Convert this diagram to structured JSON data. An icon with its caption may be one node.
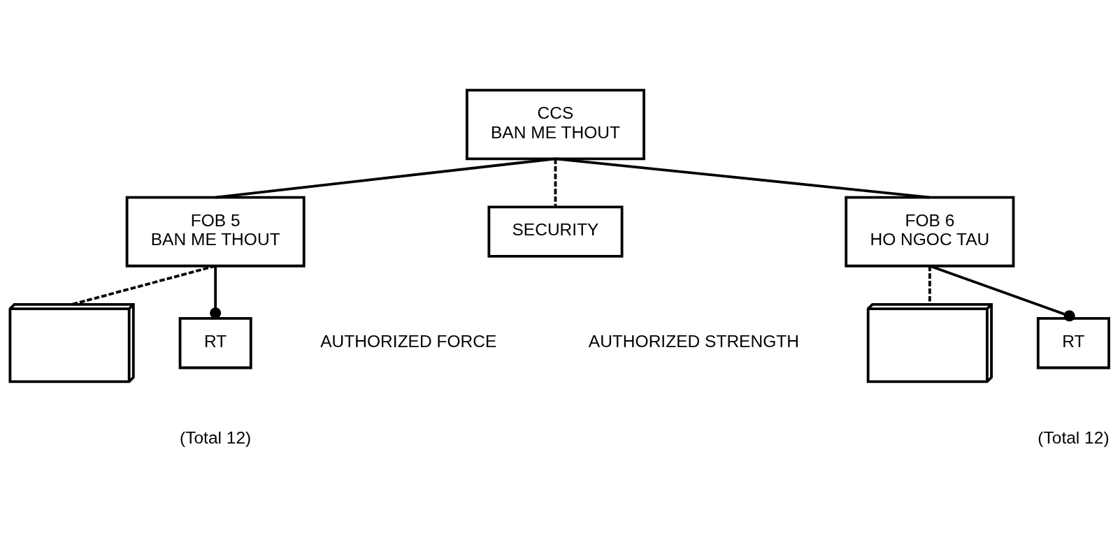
{
  "diagram": {
    "nodes": [
      {
        "text": [
          "CCS",
          "BAN ME THOUT"
        ]
      },
      {
        "text": [
          "FOB 5",
          "BAN ME THOUT"
        ]
      },
      {
        "text": [
          "SECURITY"
        ]
      },
      {
        "text": [
          "FOB 6",
          "HO NGOC TAU"
        ]
      },
      {
        "text": [],
        "shape": "box"
      },
      {
        "text": [
          "RT"
        ],
        "beside": [
          "(Total 12)"
        ]
      },
      {
        "text": [],
        "shape": "box"
      },
      {
        "text": [
          "RT"
        ],
        "beside": [
          "(Total 12)"
        ]
      }
    ],
    "edges": [
      {
        "from": 0,
        "to": 1,
        "arrow": "none"
      },
      {
        "from": 0,
        "to": 2,
        "arrow": "none",
        "style": "dashed"
      },
      {
        "from": 0,
        "to": 3,
        "arrow": "none"
      },
      {
        "from": 1,
        "to": 4,
        "arrow": "none",
        "style": "dashed"
      },
      {
        "from": 1,
        "to": 5,
        "arrow": "other"
      },
      {
        "from": 3,
        "to": 6,
        "arrow": "none",
        "style": "dashed"
      },
      {
        "from": 3,
        "to": 7,
        "arrow": "other"
      }
    ],
    "labels": [
      "AUTHORIZED FORCE",
      "AUTHORIZED STRENGTH"
    ]
  }
}
